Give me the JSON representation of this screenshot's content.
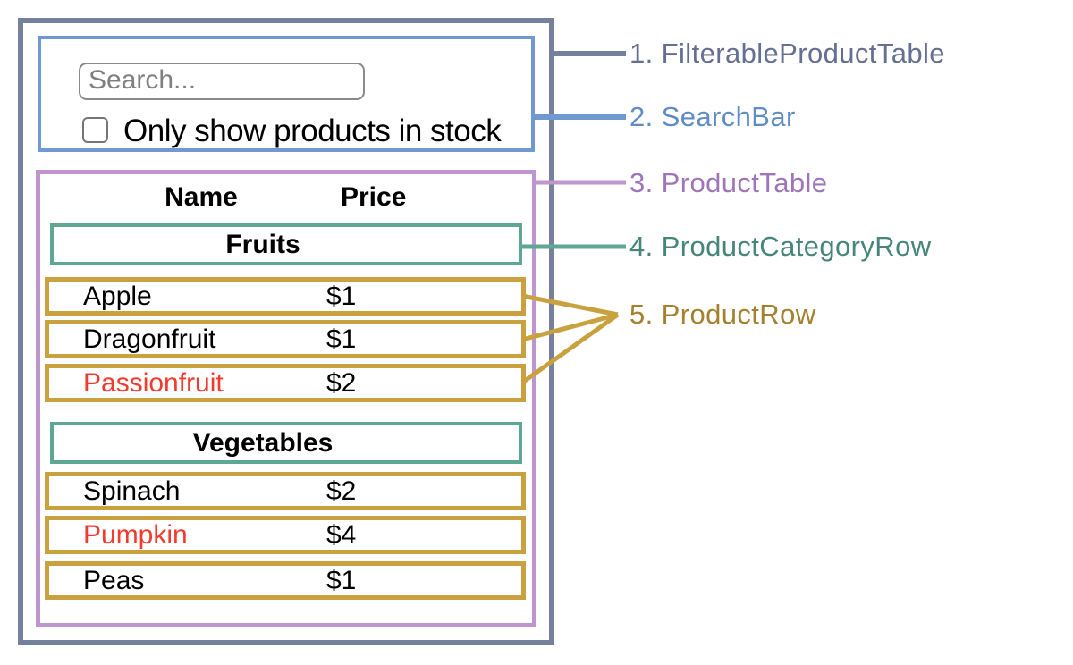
{
  "colors": {
    "background": "#ffffff",
    "outer_border": "#75809c",
    "search_border": "#7099d1",
    "table_border": "#bf95cd",
    "category_border": "#5fa795",
    "row_border": "#c9a13e",
    "out_of_stock_text": "#f23b2e",
    "default_text": "#000000",
    "placeholder_text": "#808080"
  },
  "search_bar": {
    "input_placeholder": "Search...",
    "checkbox_label": "Only show products in stock",
    "checkbox_checked": false
  },
  "table": {
    "headers": {
      "name": "Name",
      "price": "Price"
    },
    "categories": [
      {
        "label": "Fruits",
        "rows": [
          {
            "name": "Apple",
            "price": "$1",
            "name_color": "#000000"
          },
          {
            "name": "Dragonfruit",
            "price": "$1",
            "name_color": "#000000"
          },
          {
            "name": "Passionfruit",
            "price": "$2",
            "name_color": "#f23b2e"
          }
        ]
      },
      {
        "label": "Vegetables",
        "rows": [
          {
            "name": "Spinach",
            "price": "$2",
            "name_color": "#000000"
          },
          {
            "name": "Pumpkin",
            "price": "$4",
            "name_color": "#f23b2e"
          },
          {
            "name": "Peas",
            "price": "$1",
            "name_color": "#000000"
          }
        ]
      }
    ]
  },
  "annotations": {
    "labels": [
      {
        "text": "1. FilterableProductTable",
        "color": "#656f92"
      },
      {
        "text": "2. SearchBar",
        "color": "#5f8cc4"
      },
      {
        "text": "3. ProductTable",
        "color": "#9d76ba"
      },
      {
        "text": "4. ProductCategoryRow",
        "color": "#46857a"
      },
      {
        "text": "5. ProductRow",
        "color": "#a5812f"
      }
    ]
  }
}
